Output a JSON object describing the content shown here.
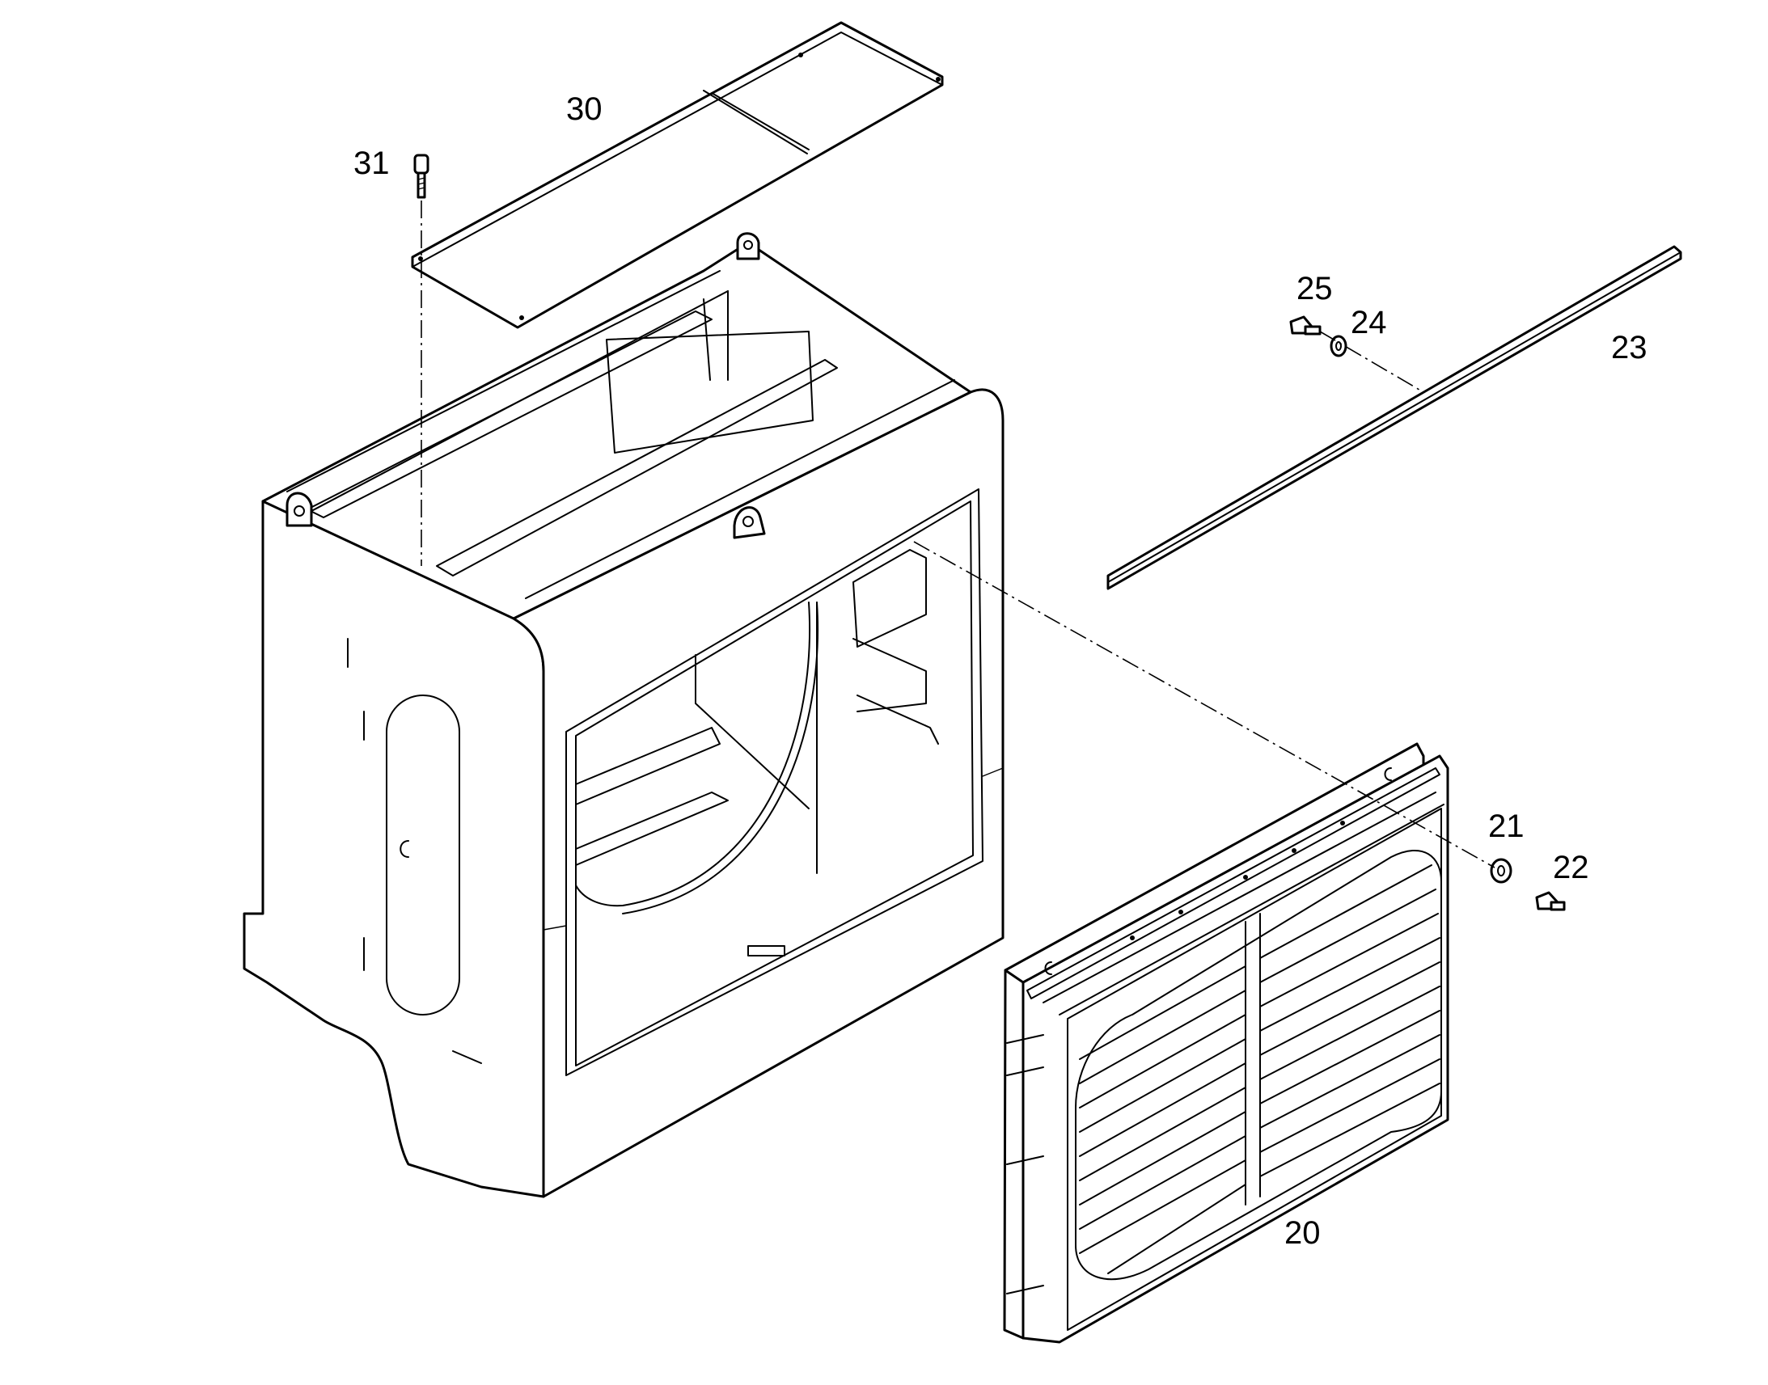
{
  "diagram": {
    "type": "exploded-parts-view",
    "callouts": {
      "c20": "20",
      "c21": "21",
      "c22": "22",
      "c23": "23",
      "c24": "24",
      "c25": "25",
      "c30": "30",
      "c31": "31"
    },
    "line_color": "#000000",
    "background": "#ffffff"
  }
}
